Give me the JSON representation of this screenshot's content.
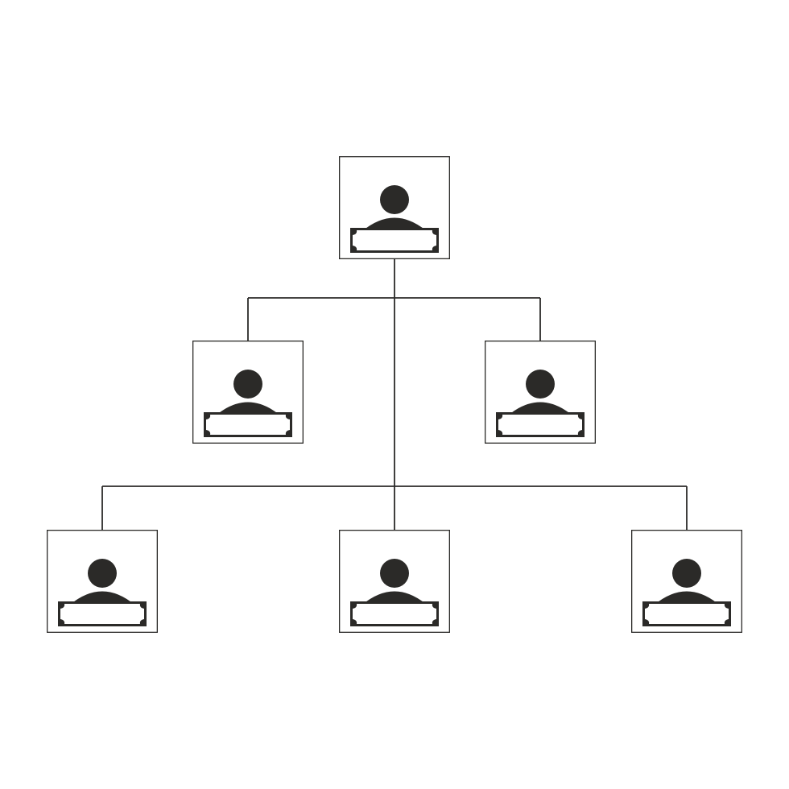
{
  "colors": {
    "background": "#ffffff",
    "line": "#2b2a28",
    "icon": "#2b2a28",
    "card_fill": "#ffffff"
  },
  "org_chart": {
    "levels": [
      {
        "level": 1,
        "nodes": [
          {
            "id": "node-top",
            "icon": "person-icon",
            "label": ""
          }
        ]
      },
      {
        "level": 2,
        "nodes": [
          {
            "id": "node-level2-left",
            "icon": "person-icon",
            "label": ""
          },
          {
            "id": "node-level2-right",
            "icon": "person-icon",
            "label": ""
          }
        ]
      },
      {
        "level": 3,
        "nodes": [
          {
            "id": "node-level3-left",
            "icon": "person-icon",
            "label": ""
          },
          {
            "id": "node-level3-center",
            "icon": "person-icon",
            "label": ""
          },
          {
            "id": "node-level3-right",
            "icon": "person-icon",
            "label": ""
          }
        ]
      }
    ],
    "connections": [
      {
        "from": "node-top",
        "to": "node-level2-left"
      },
      {
        "from": "node-top",
        "to": "node-level2-right"
      },
      {
        "from": "node-top",
        "to": "node-level3-left"
      },
      {
        "from": "node-top",
        "to": "node-level3-center"
      },
      {
        "from": "node-top",
        "to": "node-level3-right"
      }
    ]
  }
}
